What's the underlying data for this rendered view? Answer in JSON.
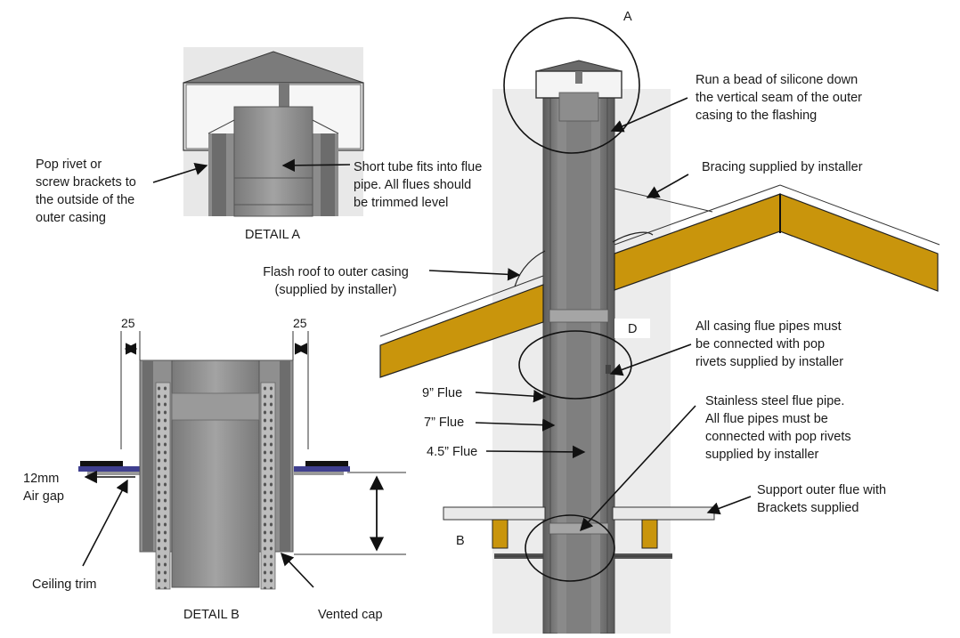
{
  "detail_a": {
    "caption": "DETAIL A",
    "left_note": "Pop rivet or\nscrew brackets to\nthe outside of the\nouter casing",
    "right_note": "Short tube fits into flue\npipe. All flues should\nbe trimmed level"
  },
  "detail_b": {
    "caption": "DETAIL B",
    "dim_left": "25",
    "dim_right": "25",
    "air_gap": "12mm\nAir gap",
    "ceiling_trim": "Ceiling trim",
    "vented_cap": "Vented cap"
  },
  "main": {
    "marker_a": "A",
    "marker_b": "B",
    "marker_d": "D",
    "silicone": "Run a bead of silicone down\nthe vertical seam of the outer\ncasing to the flashing",
    "bracing": "Bracing supplied by installer",
    "flash_roof": "Flash roof to outer casing\n(supplied by installer)",
    "casing_pipes": "All casing flue pipes must\nbe connected with pop\nrivets supplied by installer",
    "flue_9": "9” Flue",
    "flue_7": "7” Flue",
    "flue_45": "4.5” Flue",
    "stainless": "Stainless steel flue pipe.\nAll flue pipes must be\nconnected with pop rivets\nsupplied by installer",
    "support": "Support outer flue with\nBrackets supplied"
  },
  "colors": {
    "pipe_dark": "#6e6e6e",
    "pipe_mid": "#8c8c8c",
    "pipe_light": "#bdbdbd",
    "roof_board": "#c9950c",
    "background_panel": "#ececec"
  }
}
